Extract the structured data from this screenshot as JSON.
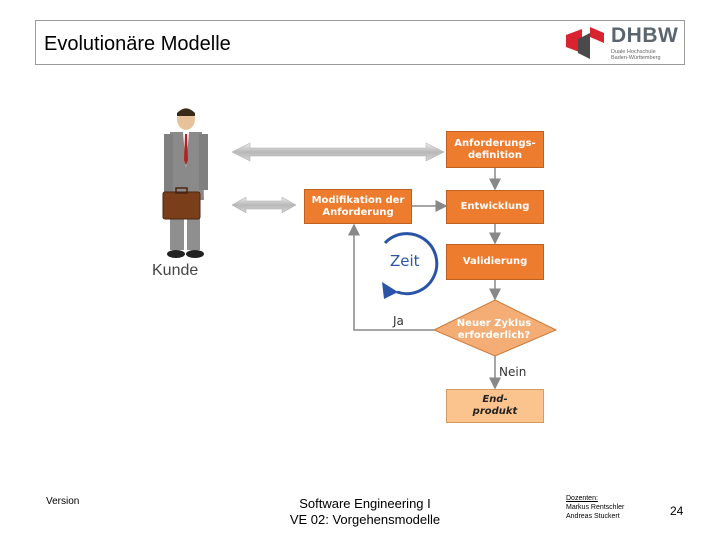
{
  "slide": {
    "title": "Evolutionäre Modelle",
    "page_number": "24"
  },
  "logo": {
    "name": "DHBW",
    "subtitle_line1": "Duale Hochschule",
    "subtitle_line2": "Baden-Württemberg"
  },
  "diagram": {
    "actor_label": "Kunde",
    "time_label": "Zeit",
    "boxes": {
      "anforderungsdefinition_line1": "Anforderungs-",
      "anforderungsdefinition_line2": "definition",
      "entwicklung": "Entwicklung",
      "validierung": "Validierung",
      "modifikation_line1": "Modifikation der",
      "modifikation_line2": "Anforderung",
      "end_line1": "End-",
      "end_line2": "produkt"
    },
    "decision_line1": "Neuer Zyklus",
    "decision_line2": "erforderlich?",
    "yes_label": "Ja",
    "no_label": "Nein"
  },
  "footer": {
    "version": "Version",
    "course_line1": "Software Engineering I",
    "course_line2": "VE 02: Vorgehensmodelle",
    "lecturers_heading": "Dozenten:",
    "lecturer1": "Markus Rentschler",
    "lecturer2": "Andreas Stuckert"
  }
}
